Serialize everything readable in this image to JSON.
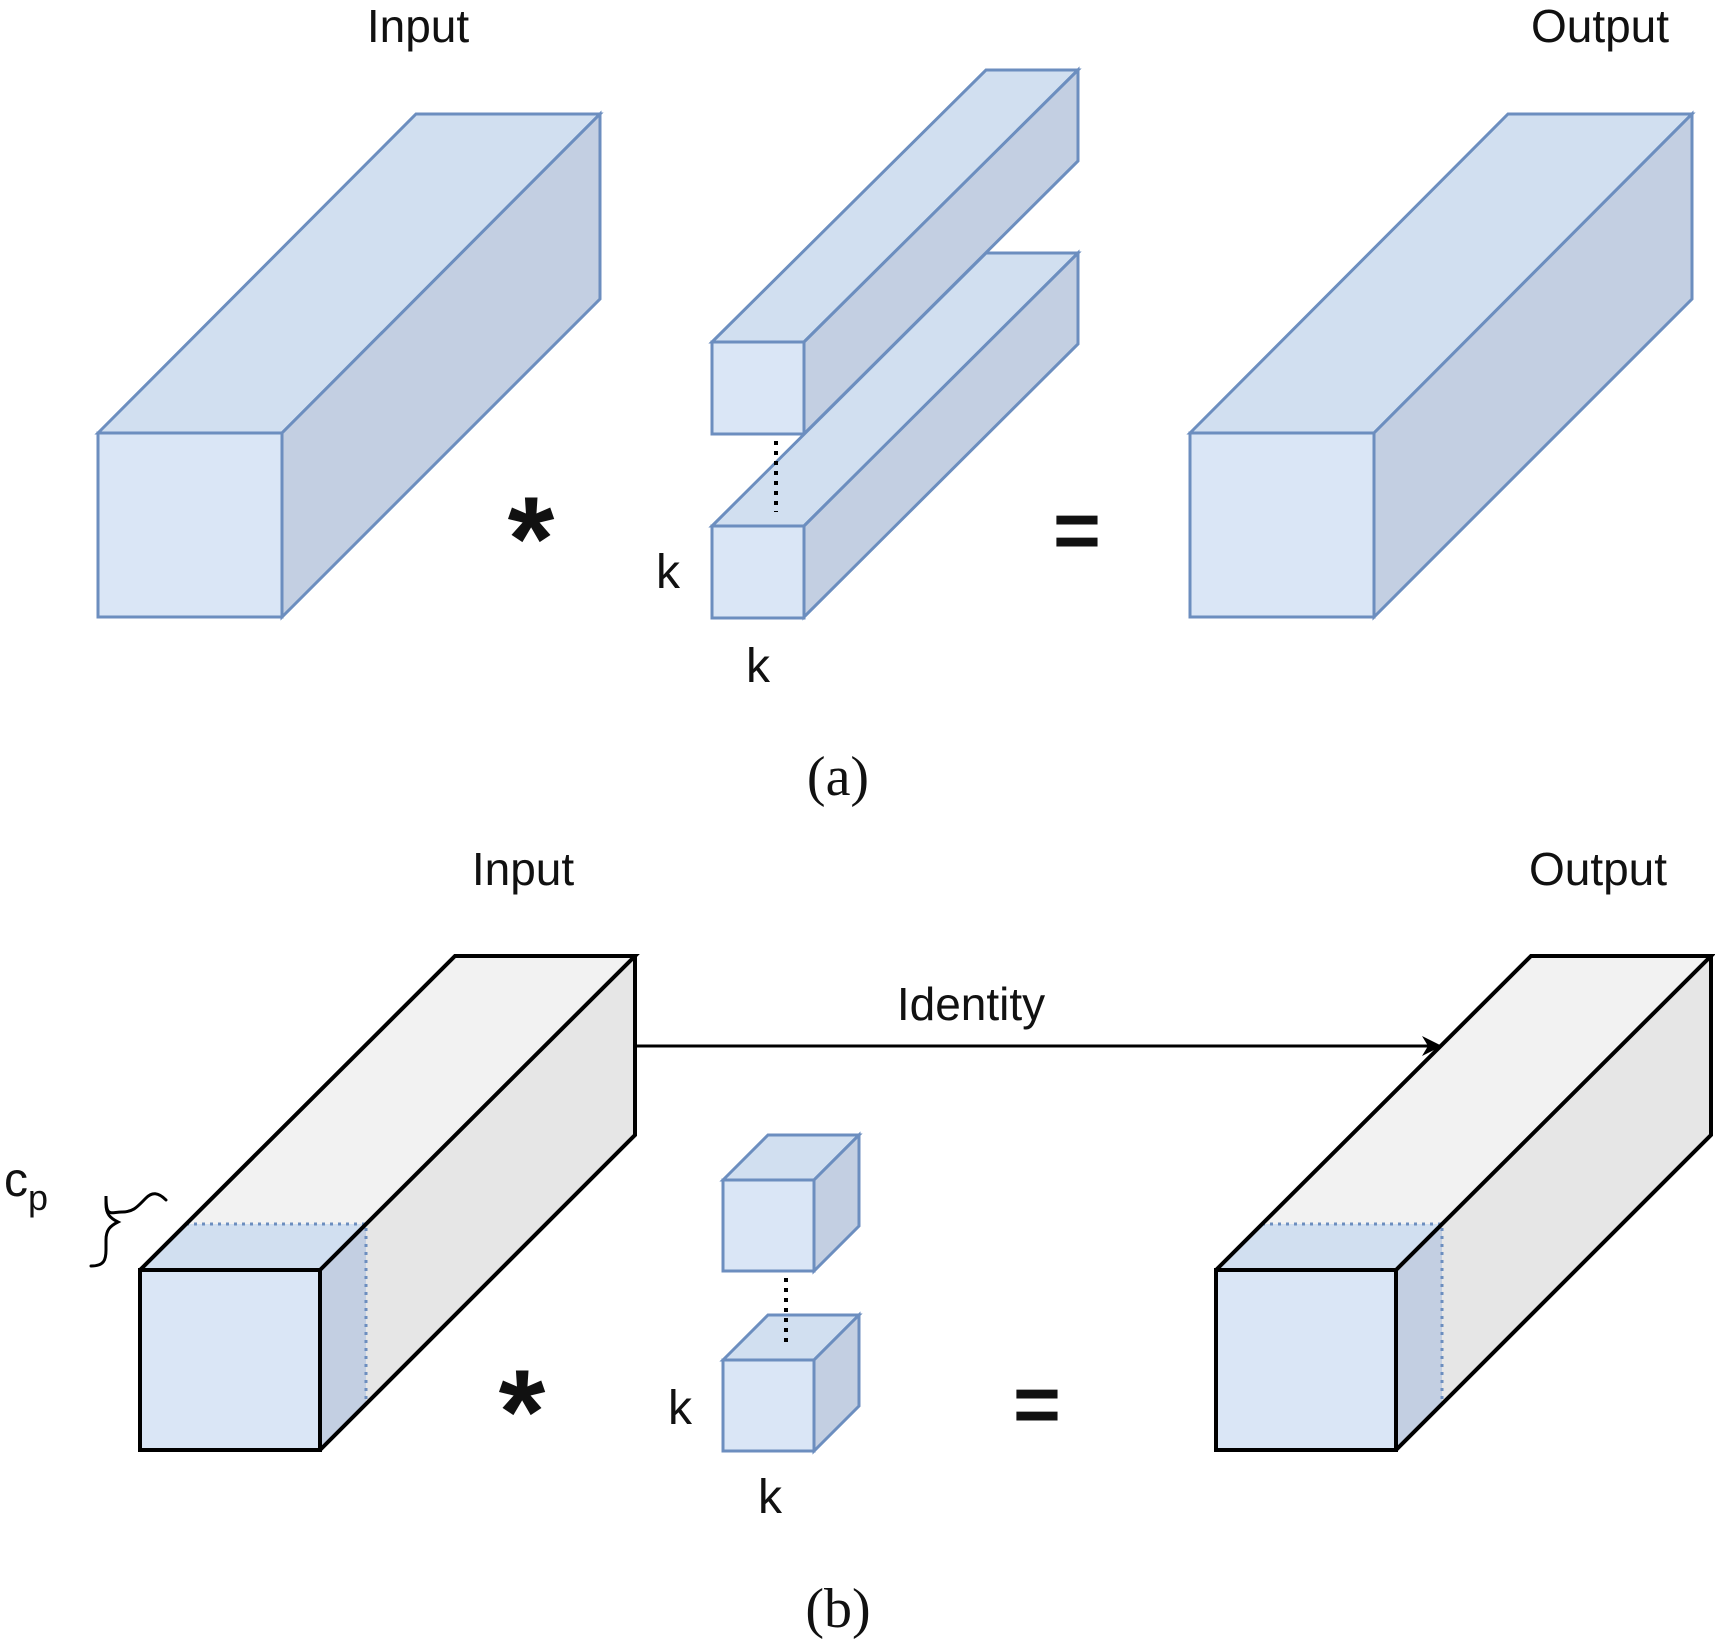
{
  "colors": {
    "blue_front": "#dae6f6",
    "blue_top": "#d1dff0",
    "blue_side": "#c3cfe2",
    "blue_stroke": "#6c8ebf",
    "gray_top": "#f2f2f2",
    "gray_side": "#e6e6e6",
    "black": "#000000"
  },
  "panel_a": {
    "input_label": "Input",
    "output_label": "Output",
    "conv_operator": "*",
    "equals": "=",
    "kernel_height_label": "k",
    "kernel_width_label": "k",
    "caption": "(a)"
  },
  "panel_b": {
    "input_label": "Input",
    "output_label": "Output",
    "identity_label": "Identity",
    "partial_channels_label": "c",
    "partial_channels_subscript": "p",
    "conv_operator": "*",
    "equals": "=",
    "kernel_height_label": "k",
    "kernel_width_label": "k",
    "caption": "(b)"
  }
}
